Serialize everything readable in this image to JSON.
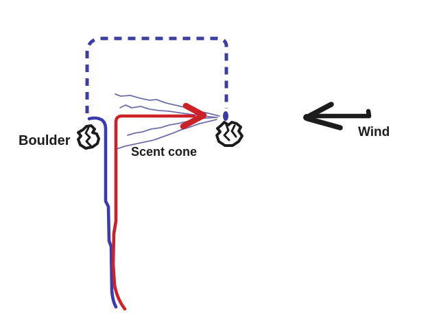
{
  "labels": {
    "boulder": "Boulder",
    "scent_cone": "Scent cone",
    "wind": "Wind"
  },
  "colors": {
    "background": "#ffffff",
    "dashed_path_blue": "#3c3ca2",
    "track_blue": "#3a3ab2",
    "track_red": "#cb2127",
    "scent_line_violet": "#6e6ea9",
    "ink_black": "#1c1c1c"
  },
  "icons": {
    "left_boulder": "boulder-rock-icon",
    "right_boulder": "boulder-rock-icon",
    "wind_arrow": "left-arrow-icon",
    "track_arrow": "right-arrow-icon"
  }
}
